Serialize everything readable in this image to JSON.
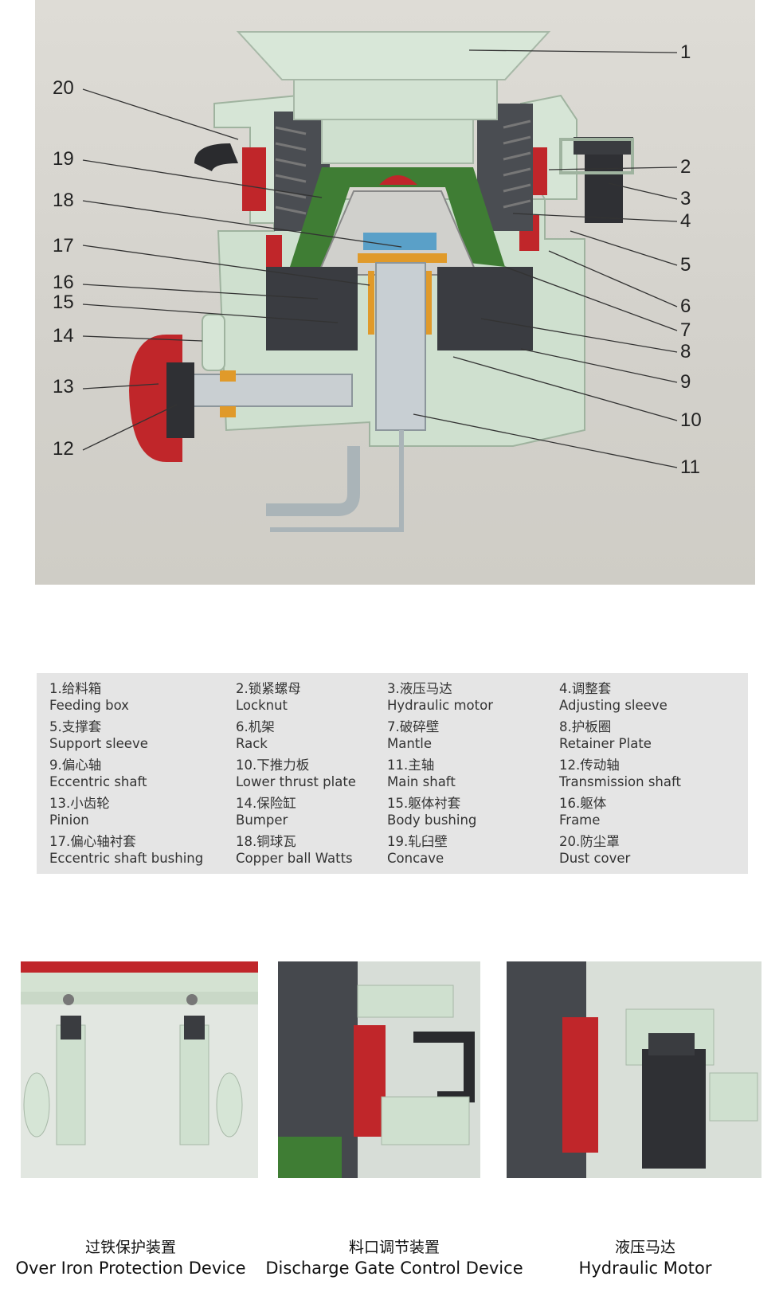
{
  "diagram": {
    "callout_numbers": [
      "1",
      "2",
      "3",
      "4",
      "5",
      "6",
      "7",
      "8",
      "9",
      "10",
      "11",
      "12",
      "13",
      "14",
      "15",
      "16",
      "17",
      "18",
      "19",
      "20"
    ]
  },
  "legend": {
    "items": [
      {
        "zh": "1.给料箱",
        "en": "Feeding box"
      },
      {
        "zh": "2.锁紧螺母",
        "en": "Locknut"
      },
      {
        "zh": "3.液压马达",
        "en": "Hydraulic motor"
      },
      {
        "zh": "4.调整套",
        "en": "Adjusting sleeve"
      },
      {
        "zh": "5.支撑套",
        "en": "Support sleeve"
      },
      {
        "zh": "6.机架",
        "en": "Rack"
      },
      {
        "zh": "7.破碎壁",
        "en": "Mantle"
      },
      {
        "zh": "8.护板圈",
        "en": "Retainer Plate"
      },
      {
        "zh": "9.偏心轴",
        "en": "Eccentric shaft"
      },
      {
        "zh": "10.下推力板",
        "en": "Lower thrust plate"
      },
      {
        "zh": "11.主轴",
        "en": "Main shaft"
      },
      {
        "zh": "12.传动轴",
        "en": "Transmission shaft"
      },
      {
        "zh": "13.小齿轮",
        "en": "Pinion"
      },
      {
        "zh": "14.保险缸",
        "en": "Bumper"
      },
      {
        "zh": "15.躯体衬套",
        "en": "Body bushing"
      },
      {
        "zh": "16.躯体",
        "en": "Frame"
      },
      {
        "zh": "17.偏心轴衬套",
        "en": "Eccentric shaft bushing"
      },
      {
        "zh": "18.铜球瓦",
        "en": "Copper ball Watts"
      },
      {
        "zh": "19.轧臼壁",
        "en": "Concave"
      },
      {
        "zh": "20.防尘罩",
        "en": "Dust cover"
      }
    ]
  },
  "details": [
    {
      "zh": "过铁保护装置",
      "en": "Over Iron Protection Device"
    },
    {
      "zh": "料口调节装置",
      "en": "Discharge Gate Control Device"
    },
    {
      "zh": "液压马达",
      "en": "Hydraulic Motor"
    }
  ],
  "colors": {
    "body": "#cfe0cf",
    "red": "#c0262a",
    "green": "#3f7d34",
    "dark": "#4a4d52",
    "orange": "#e09a2a",
    "blue": "#5aa0c8"
  }
}
